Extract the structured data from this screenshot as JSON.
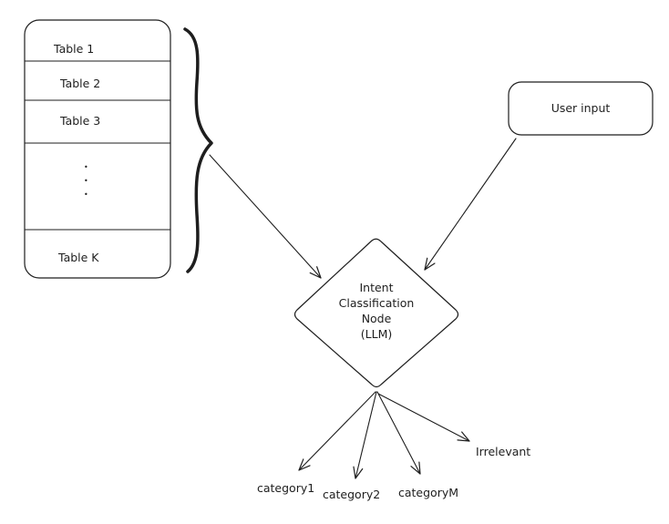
{
  "tables": {
    "rows": [
      "Table 1",
      "Table 2",
      "Table 3"
    ],
    "ellipsis": [
      "•",
      "•",
      "•"
    ],
    "last": "Table K"
  },
  "user_input": "User input",
  "intent_node": {
    "lines": [
      "Intent",
      "Classification",
      "Node",
      "(LLM)"
    ]
  },
  "outputs": {
    "category1": "category1",
    "category2": "category2",
    "categoryM": "categoryM",
    "irrelevant": "Irrelevant"
  },
  "colors": {
    "stroke": "#1e1e1e",
    "background": "#ffffff"
  }
}
